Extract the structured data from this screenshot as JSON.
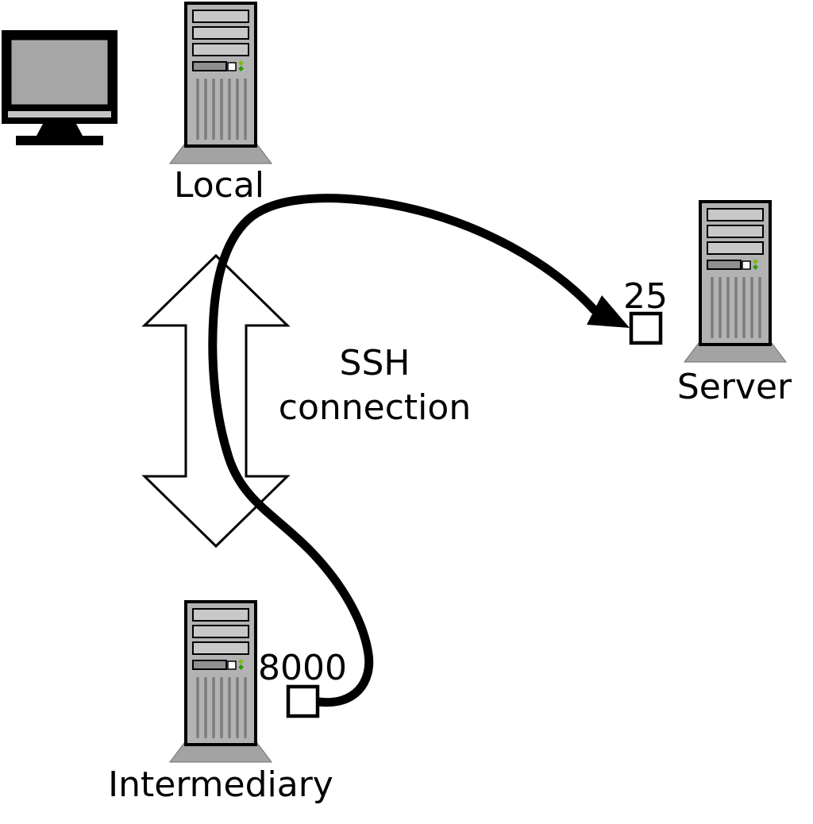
{
  "diagram": {
    "background_color": "#ffffff",
    "nodes": {
      "local": {
        "label": "Local",
        "icon": "computer-tower"
      },
      "server": {
        "label": "Server",
        "icon": "computer-tower",
        "port_label": "25"
      },
      "intermediary": {
        "label": "Intermediary",
        "icon": "computer-tower",
        "port_label": "8000"
      },
      "monitor": {
        "icon": "crt-monitor"
      }
    },
    "ssh_connection_label": {
      "line1": "SSH",
      "line2": "connection"
    },
    "colors": {
      "outline": "#000000",
      "tower_body": "#b3b3b3",
      "tower_panel": "#c8c8c8",
      "tower_base": "#a3a3a3",
      "port_box_fill": "#ffffff",
      "tunnel_stroke": "#000000",
      "arrow_fill": "#ffffff"
    }
  }
}
